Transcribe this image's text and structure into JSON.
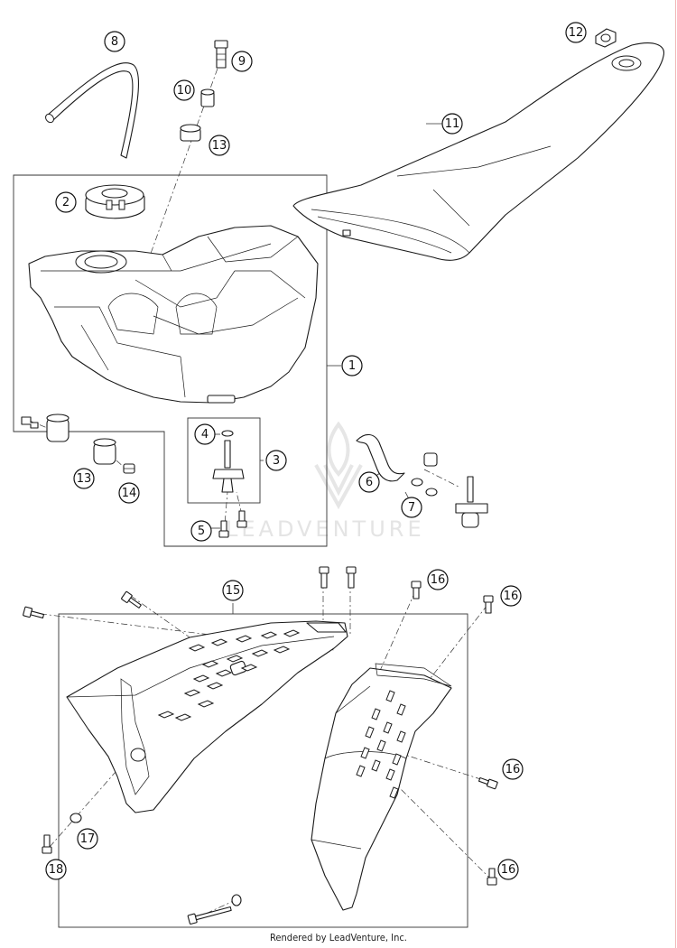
{
  "watermark": "LEADVENTURE",
  "footer": "Rendered by LeadVenture, Inc.",
  "callouts": [
    "1",
    "2",
    "3",
    "4",
    "5",
    "6",
    "7",
    "8",
    "9",
    "10",
    "11",
    "12",
    "13",
    "13",
    "14",
    "15",
    "16",
    "16",
    "16",
    "16",
    "17",
    "18"
  ]
}
